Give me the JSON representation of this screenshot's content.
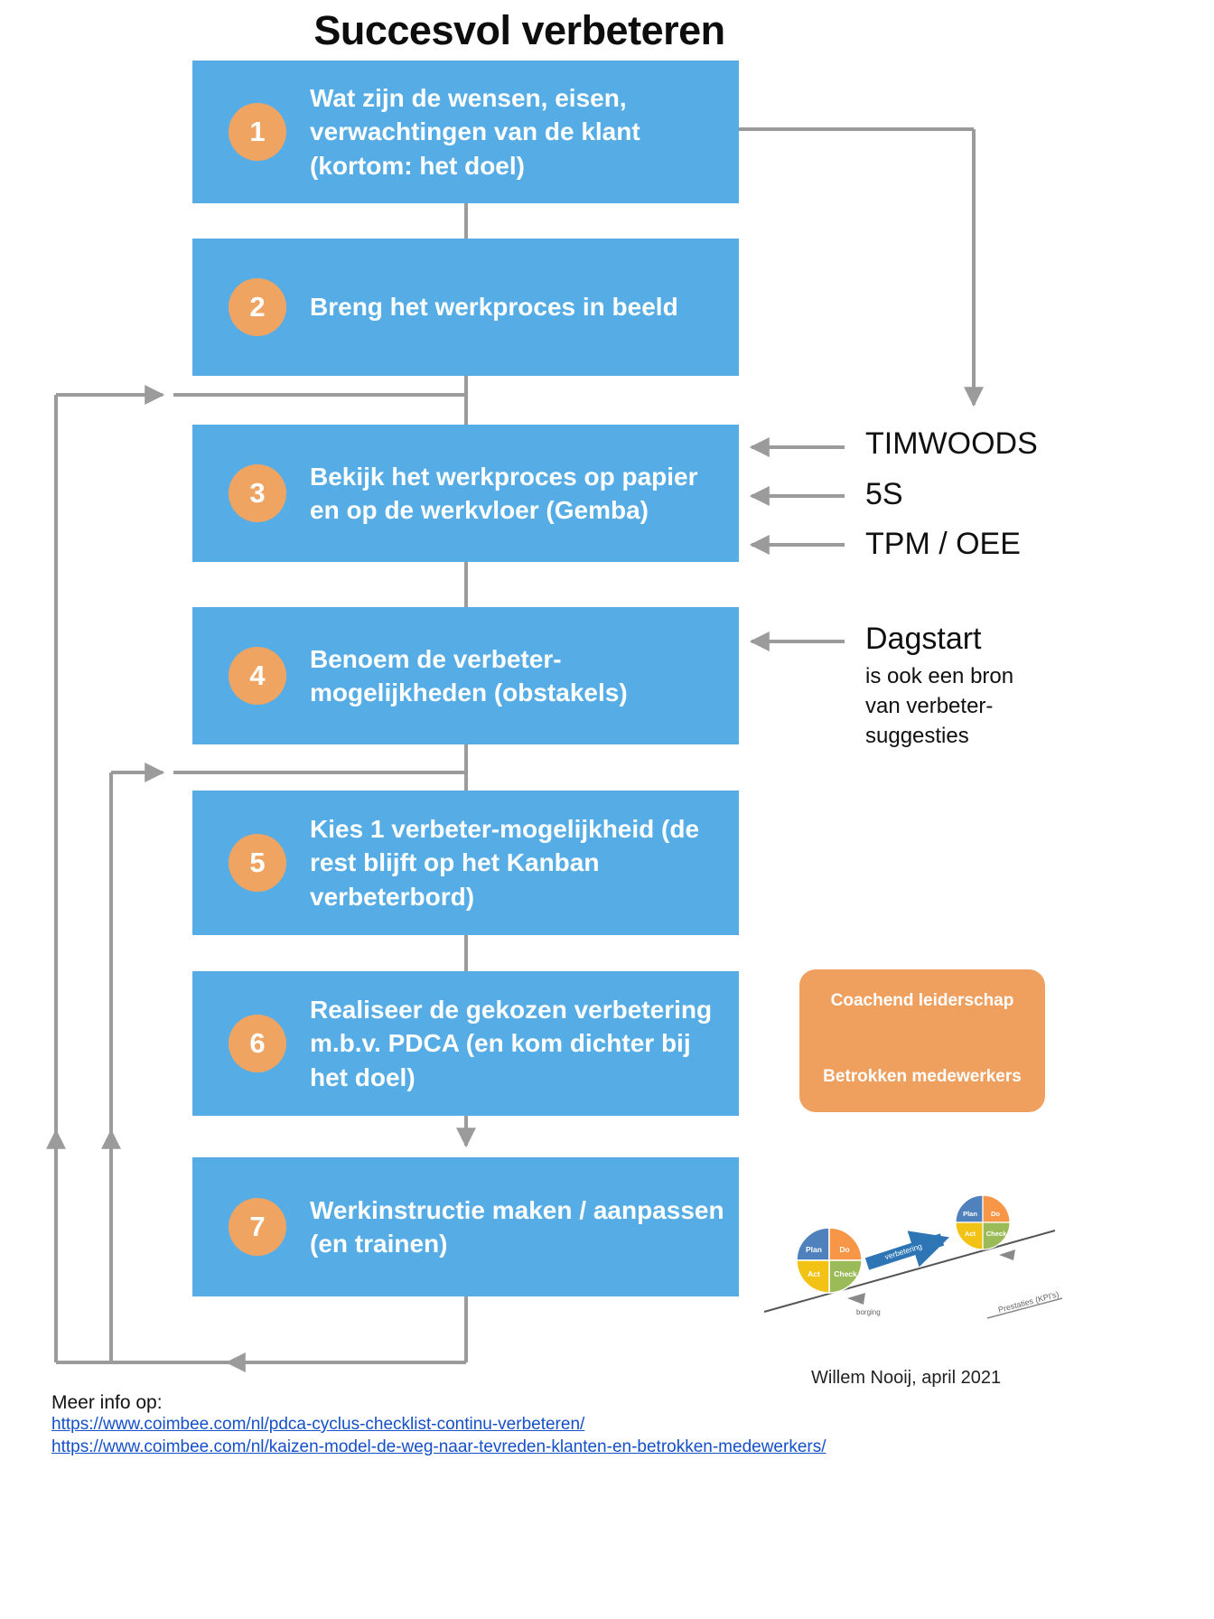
{
  "colors": {
    "box_blue": "#56ade6",
    "badge_orange": "#f0a462",
    "panel_orange": "#ef9f5e",
    "arrow_gray": "#9b9b9b",
    "link_blue": "#1550c8"
  },
  "title": "Succesvol verbeteren",
  "steps": [
    {
      "num": "1",
      "text": "Wat zijn de wensen, eisen, verwachtingen van de klant (kortom: het doel)"
    },
    {
      "num": "2",
      "text": "Breng het werkproces in beeld"
    },
    {
      "num": "3",
      "text": "Bekijk het werkproces op papier en op de werkvloer (Gemba)"
    },
    {
      "num": "4",
      "text": "Benoem de verbeter-mogelijkheden (obstakels)"
    },
    {
      "num": "5",
      "text": "Kies 1 verbeter-mogelijkheid (de rest blijft op het Kanban verbeterbord)"
    },
    {
      "num": "6",
      "text": "Realiseer de gekozen verbetering m.b.v. PDCA (en kom dichter bij het doel)"
    },
    {
      "num": "7",
      "text": "Werkinstructie maken / aanpassen (en trainen)"
    }
  ],
  "side_labels": {
    "timwoods": "TIMWOODS",
    "five_s": "5S",
    "tpm_oee": "TPM / OEE",
    "dagstart": "Dagstart",
    "dagstart_note": "is ook een bron van verbeter-suggesties"
  },
  "leadership_panel": {
    "line1": "Coachend leiderschap",
    "line2": "Betrokken medewerkers"
  },
  "pdca_figure": {
    "quadrants": [
      "Plan",
      "Do",
      "Check",
      "Act"
    ],
    "arrow_label": "verbetering",
    "axis_label": "Prestaties (KPI's)",
    "base_label": "borging"
  },
  "credit": "Willem Nooij, april 2021",
  "footer": {
    "label": "Meer info op:",
    "links": [
      "https://www.coimbee.com/nl/pdca-cyclus-checklist-continu-verbeteren/",
      "https://www.coimbee.com/nl/kaizen-model-de-weg-naar-tevreden-klanten-en-betrokken-medewerkers/"
    ]
  }
}
